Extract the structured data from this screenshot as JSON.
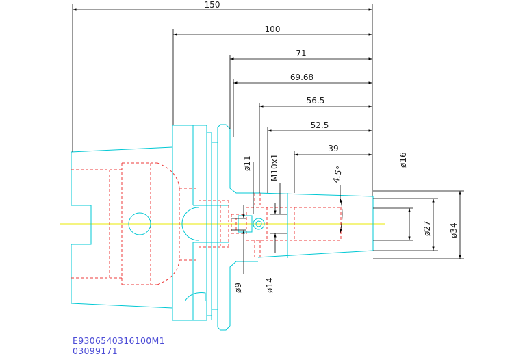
{
  "colors": {
    "outline": "#00c8d4",
    "hidden": "#ee3b3b",
    "center": "#e8e800",
    "dimension": "#000000",
    "code": "#4b4bd6"
  },
  "dimensions": {
    "len_150": "150",
    "len_100": "100",
    "len_71": "71",
    "len_69_68": "69.68",
    "len_56_5": "56.5",
    "len_52_5": "52.5",
    "len_39": "39",
    "dia_11": "ø11",
    "thread_m10": "M10x1",
    "angle": "4.5°",
    "dia_16": "ø16",
    "dia_27": "ø27",
    "dia_34": "ø34",
    "dia_9": "ø9",
    "dia_14": "ø14"
  },
  "codes": {
    "part_number": "E9306540316100M1",
    "drawing_number": "03099171"
  }
}
